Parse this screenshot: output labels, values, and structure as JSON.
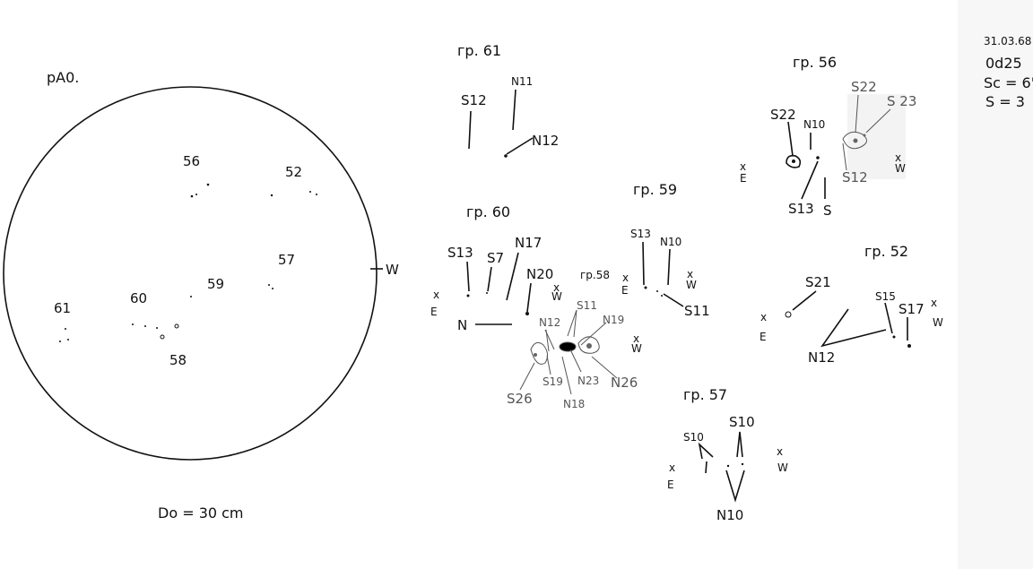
{
  "header": {
    "date": "31.03.68",
    "time": "0d25",
    "scale": "Sc = 6'",
    "seeing": "S = 3"
  },
  "disk": {
    "title": "pA0.",
    "groups": [
      "56",
      "52",
      "57",
      "59",
      "60",
      "61",
      "58"
    ],
    "west": "W",
    "diameter": "Do = 30 cm"
  },
  "g61": {
    "title": "гр. 61",
    "labels": [
      "S12",
      "N11",
      "N12"
    ]
  },
  "g60": {
    "title": "гр. 60",
    "labels": [
      "S13",
      "S7",
      "N17",
      "N20",
      "N"
    ],
    "east": "E"
  },
  "g58": {
    "title": "гр.58",
    "labels": [
      "S11",
      "N12",
      "N19",
      "S26",
      "S19",
      "N23",
      "N18",
      "N26"
    ],
    "west": "W"
  },
  "g59": {
    "title": "гр. 59",
    "labels": [
      "S13",
      "N10",
      "S11"
    ],
    "east": "E",
    "west": "W"
  },
  "g56": {
    "title": "гр. 56",
    "labels": [
      "S22",
      "N10",
      "S22",
      "S 23",
      "S12",
      "S13",
      "S"
    ],
    "east": "E",
    "west": "W"
  },
  "g52": {
    "title": "гр. 52",
    "labels": [
      "S21",
      "S15",
      "S17",
      "N12"
    ],
    "east": "E",
    "west": "W"
  },
  "g57": {
    "title": "гр. 57",
    "labels": [
      "S10",
      "S10",
      "N10"
    ],
    "east": "E",
    "west": "W"
  },
  "x_mark": "x"
}
